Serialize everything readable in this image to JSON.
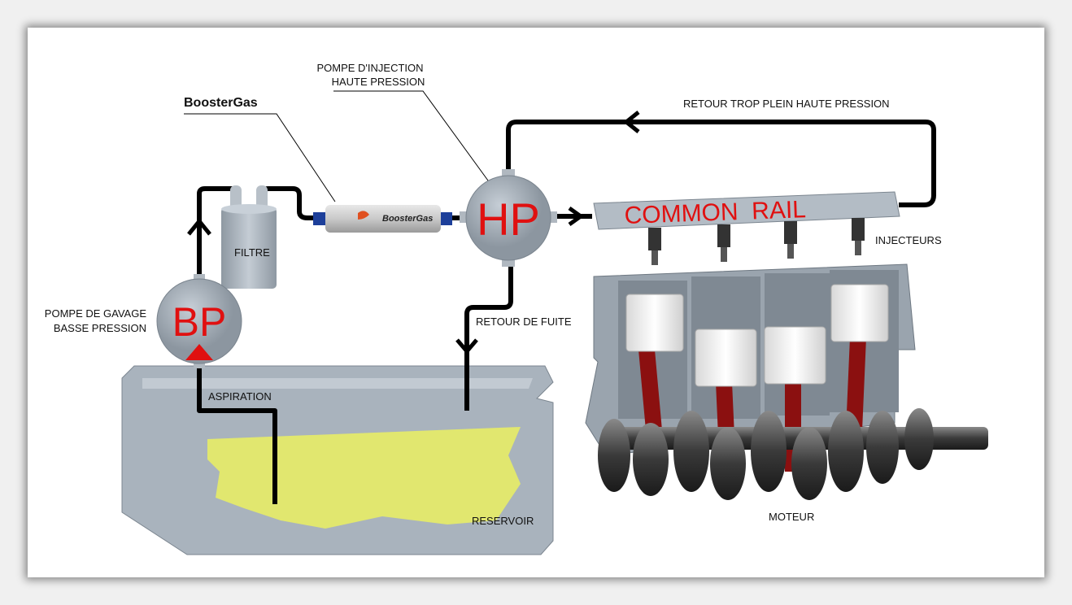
{
  "labels": {
    "boostergas_title": "BoosterGas",
    "boostergas_logo": "BoosterGas",
    "pompe_injection_line1": "POMPE D'INJECTION",
    "pompe_injection_line2": "HAUTE PRESSION",
    "retour_trop_plein": "RETOUR TROP PLEIN HAUTE PRESSION",
    "hp": "HP",
    "common_rail": "COMMON  RAIL",
    "injecteurs": "INJECTEURS",
    "filtre": "FILTRE",
    "pompe_gavage_line1": "POMPE DE GAVAGE",
    "pompe_gavage_line2": "BASSE PRESSION",
    "bp": "BP",
    "retour_fuite": "RETOUR DE FUITE",
    "aspiration": "ASPIRATION",
    "reservoir": "RESERVOIR",
    "moteur": "MOTEUR"
  },
  "colors": {
    "component_gray": "#a9b3bd",
    "fuel_yellow": "#e4ea6a",
    "pipe": "#000000",
    "label_red": "#e01010",
    "rod_red": "#8b1010"
  }
}
